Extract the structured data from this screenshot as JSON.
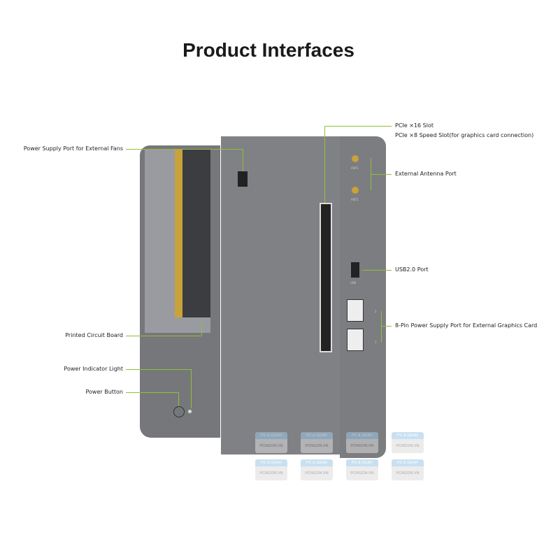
{
  "title": "Product Interfaces",
  "labels": {
    "fans": "Power Supply Port for External Fans",
    "pcb": "Printed Circuit Board",
    "indicator": "Power Indicator Light",
    "button": "Power Button",
    "pcie1": "PCIe ×16 Slot",
    "pcie2": "PCIe ×8 Speed Slot(for graphics card connection)",
    "antenna": "External Antenna Port",
    "usb": "USB2.0 Port",
    "pin8": "8-Pin Power Supply Port for External Graphics Cards"
  },
  "device": {
    "ant2": "ANT2",
    "ant1": "ANT1",
    "usb": "USB",
    "port2": "2",
    "port1": "1"
  },
  "watermark": {
    "top": "PC & GEAR",
    "bottom": "PCNGON.VN"
  },
  "colors": {
    "accent": "#8fbf3a",
    "body": "#7a7b7f"
  }
}
